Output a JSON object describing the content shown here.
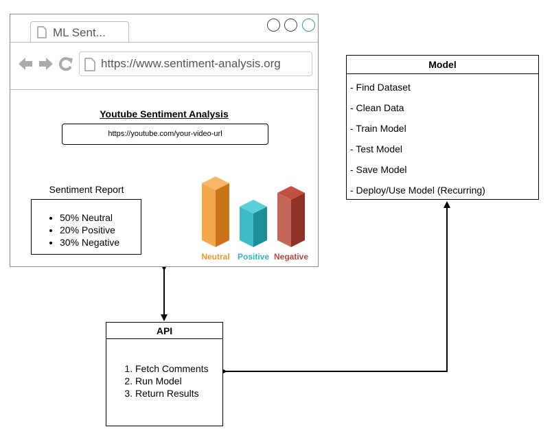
{
  "browser": {
    "tab_label": "ML Sent...",
    "url": "https://www.sentiment-analysis.org",
    "page_title": "Youtube Sentiment Analysis",
    "video_url_input": "https://youtube.com/your-video-url",
    "report_title": "Sentiment Report",
    "report_items": [
      "50% Neutral",
      "20% Positive",
      "30% Negative"
    ],
    "bars": [
      {
        "label": "Neutral",
        "value": 50,
        "color": "#f0962a"
      },
      {
        "label": "Positive",
        "value": 20,
        "color": "#2eb5c0"
      },
      {
        "label": "Negative",
        "value": 30,
        "color": "#b34a3c"
      }
    ]
  },
  "model": {
    "title": "Model",
    "steps": [
      "- Find Dataset",
      "- Clean Data",
      "- Train Model",
      "- Test Model",
      "- Save Model",
      "- Deploy/Use Model (Recurring)"
    ]
  },
  "api": {
    "title": "API",
    "steps": [
      "Fetch Comments",
      "Run Model",
      "Return Results"
    ]
  }
}
